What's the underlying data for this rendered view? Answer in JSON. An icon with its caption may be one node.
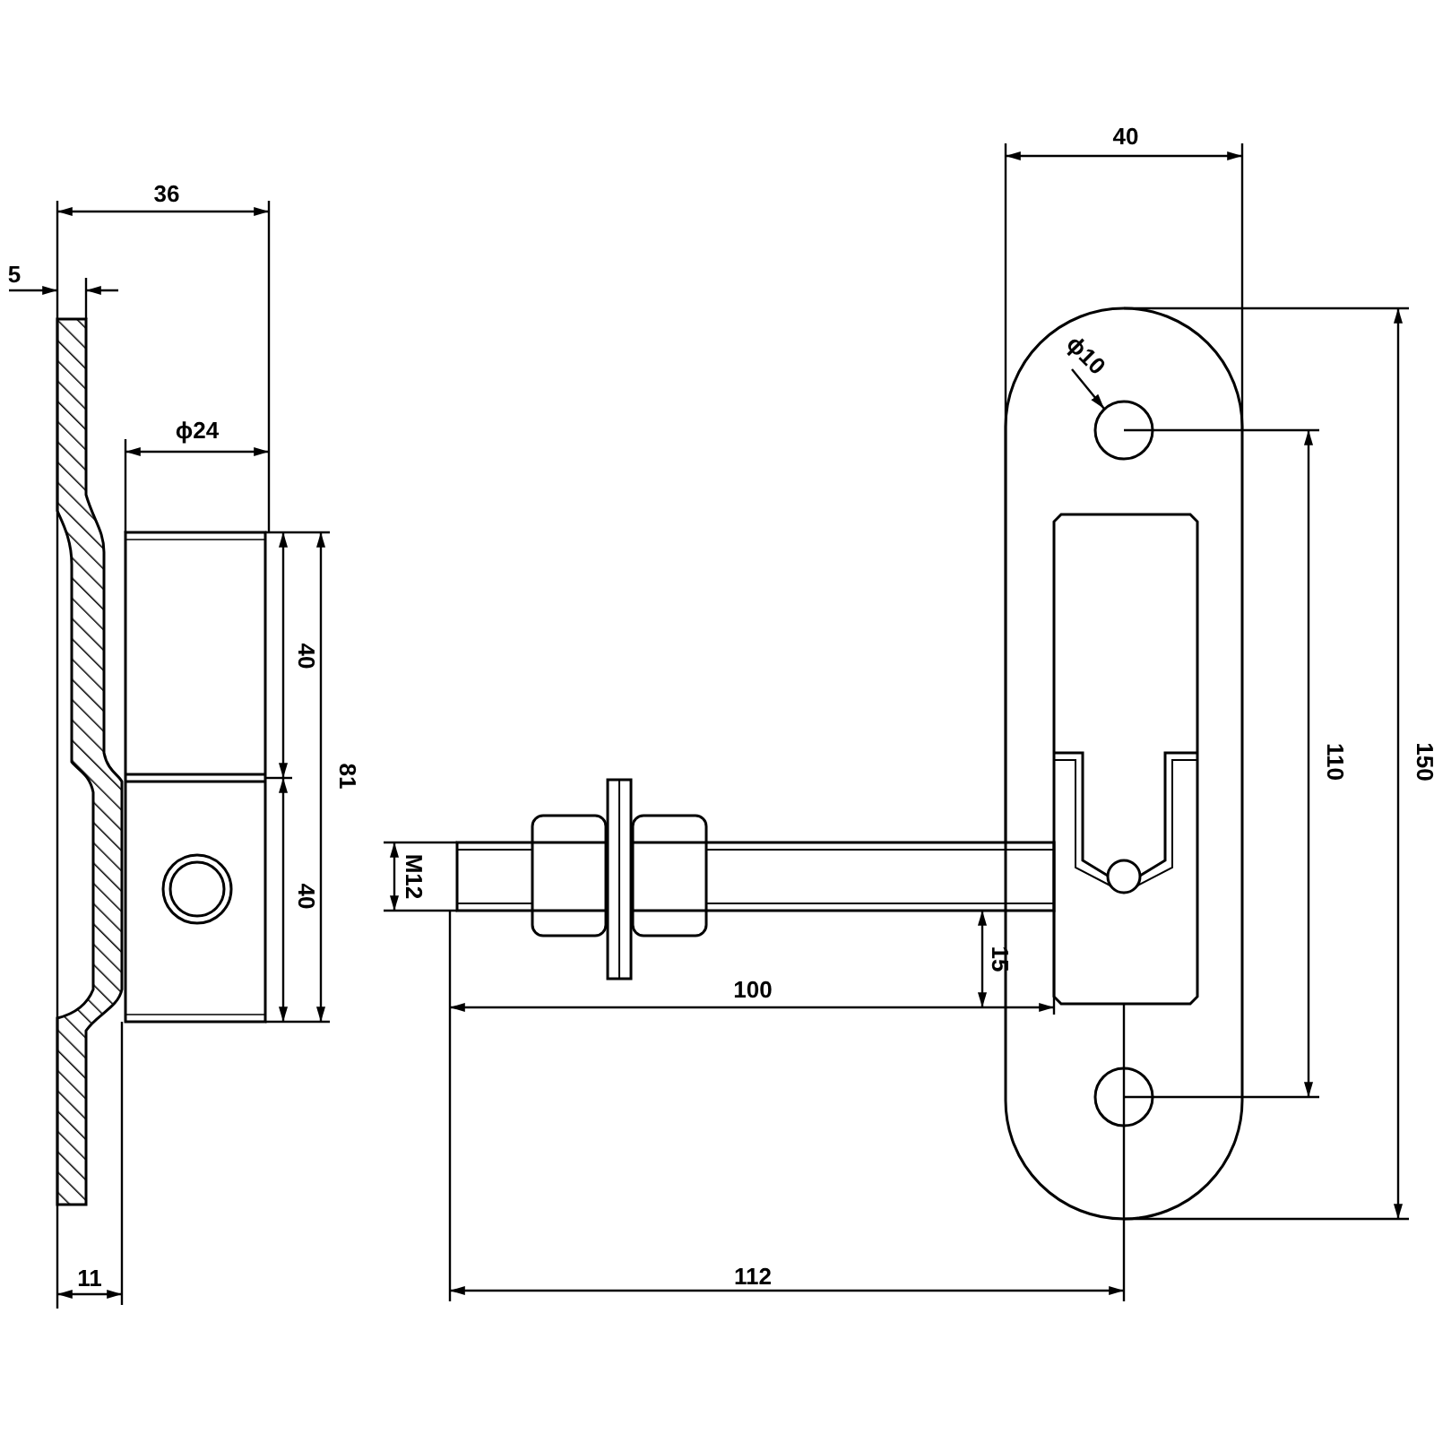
{
  "diagram": {
    "nodes": [
      {
        "text": [
          "ϕ10"
        ]
      },
      {
        "text": [],
        "shape": "circle"
      },
      {
        "text": [],
        "shape": "circle"
      }
    ],
    "edges": [
      {
        "from": 0,
        "to": 1,
        "arrow": "to"
      }
    ],
    "labels": [
      "40",
      "36",
      "5",
      "ϕ24",
      "40",
      "81",
      "110",
      "150",
      "M12",
      "40",
      "15",
      "100",
      "11",
      "112"
    ]
  }
}
